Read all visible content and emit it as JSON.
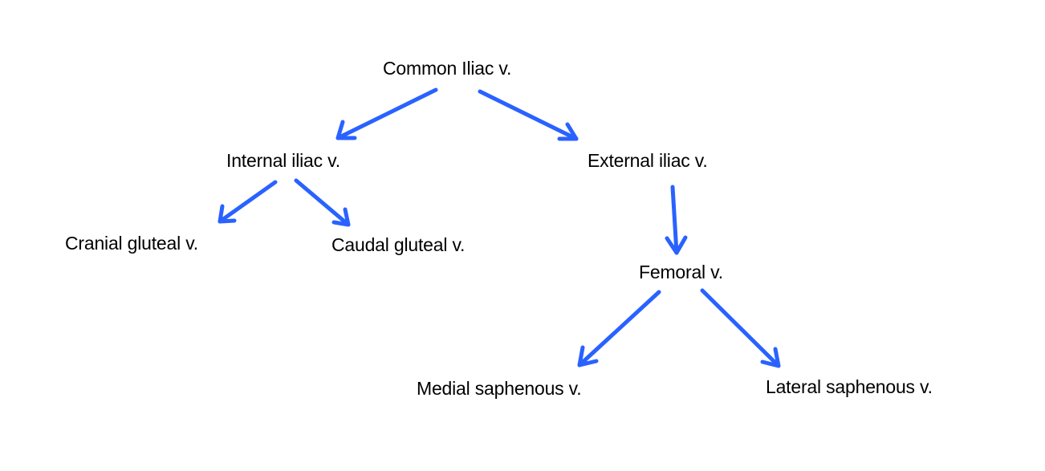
{
  "diagram": {
    "type": "tree",
    "arrow_color": "#2962FF",
    "text_color": "#000000",
    "nodes": {
      "common_iliac": "Common Iliac v.",
      "internal_iliac": "Internal iliac v.",
      "external_iliac": "External iliac v.",
      "cranial_gluteal": "Cranial gluteal v.",
      "caudal_gluteal": "Caudal gluteal v.",
      "femoral": "Femoral v.",
      "medial_saphenous": "Medial saphenous v.",
      "lateral_saphenous": "Lateral saphenous v."
    },
    "edges": [
      {
        "from": "common_iliac",
        "to": "internal_iliac"
      },
      {
        "from": "common_iliac",
        "to": "external_iliac"
      },
      {
        "from": "internal_iliac",
        "to": "cranial_gluteal"
      },
      {
        "from": "internal_iliac",
        "to": "caudal_gluteal"
      },
      {
        "from": "external_iliac",
        "to": "femoral"
      },
      {
        "from": "femoral",
        "to": "medial_saphenous"
      },
      {
        "from": "femoral",
        "to": "lateral_saphenous"
      }
    ]
  }
}
